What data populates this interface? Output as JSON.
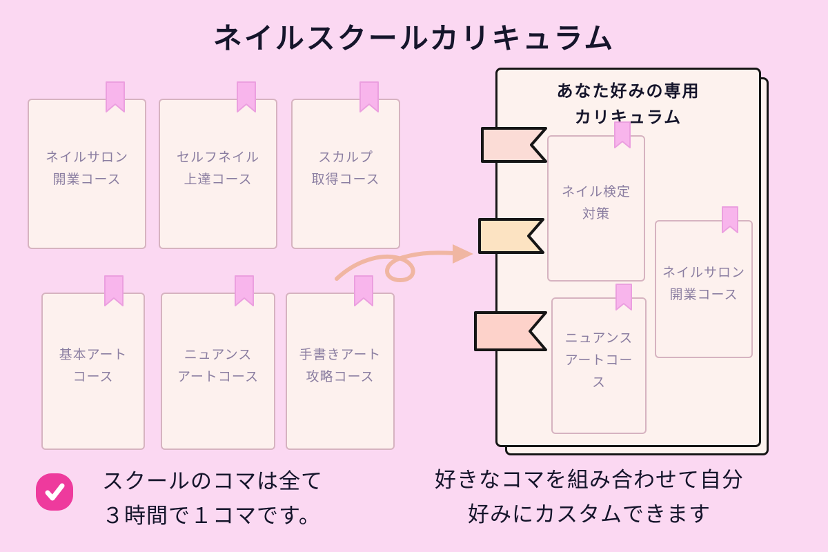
{
  "title": "ネイルスクールカリキュラム",
  "left_cards": [
    {
      "label": "ネイルサロン\n開業コース"
    },
    {
      "label": "セルフネイル\n上達コース"
    },
    {
      "label": "スカルプ\n取得コース"
    },
    {
      "label": "基本アート\nコース"
    },
    {
      "label": "ニュアンス\nアートコース"
    },
    {
      "label": "手書きアート\n攻略コース"
    }
  ],
  "notebook": {
    "title": "あなた好みの専用\nカリキュラム",
    "cards": [
      {
        "label": "ネイル検定\n対策"
      },
      {
        "label": "ネイルサロン\n開業コース"
      },
      {
        "label": "ニュアンス\nアートコー\nス"
      }
    ]
  },
  "notes": {
    "left": "スクールのコマは全て\n３時間で１コマです。",
    "right": "好きなコマを組み合わせて自分\n好みにカスタムできます"
  },
  "colors": {
    "background": "#fbd8f2",
    "card_bg": "#fdf1ee",
    "card_border": "#d6b3c0",
    "ribbon_pink": "#f8b5ec",
    "text_dark": "#15152b",
    "text_purple": "#8b7ea1",
    "check_pink": "#ee3a9d",
    "arrow_salmon": "#f0b6a2",
    "flag_pale_pink": "#fbdcd6",
    "flag_pale_orange": "#fce3c2",
    "flag_pink": "#fdd2ca",
    "outline_black": "#151515"
  },
  "icons": {
    "ribbon": "bookmark-ribbon",
    "check": "checkmark",
    "arrow": "swirl-arrow",
    "flag": "swallowtail-flag"
  }
}
